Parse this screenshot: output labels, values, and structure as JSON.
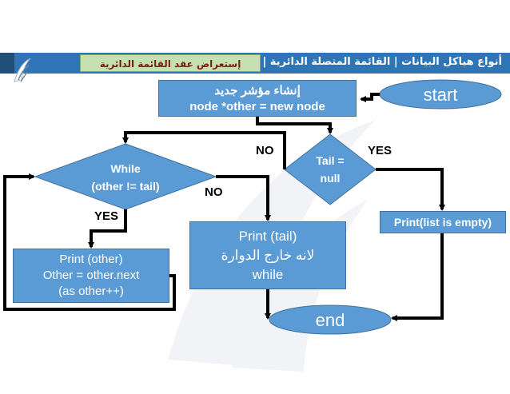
{
  "header": {
    "title": "أنواع هياكل البيانات | القائمة المتصلة الدائرية |",
    "subtitle": "إستعراض عقد القائمة الدائرية"
  },
  "nodes": {
    "start": "start",
    "create": {
      "line1": "إنشاء مؤشر جديد",
      "line2": "node *other = new node"
    },
    "tail_check": {
      "line1": "Tail =",
      "line2": "null"
    },
    "while_cond": {
      "line1": "While",
      "line2": "(other != tail)"
    },
    "print_other": {
      "line1": "Print (other)",
      "line2": "Other = other.next",
      "line3": "(as other++)"
    },
    "print_tail": {
      "line1": "Print (tail)",
      "line2": "لانه خارج الدوارة",
      "line3": "while"
    },
    "print_empty": "Print(list is empty)",
    "end": "end"
  },
  "labels": {
    "no_tail": "NO",
    "yes_tail": "YES",
    "no_while": "NO",
    "yes_while": "YES"
  },
  "colors": {
    "node_fill": "#5b9bd5",
    "node_border": "#41719c",
    "header_bar": "#2f74b5",
    "subtitle_fill": "#c5e0b3",
    "subtitle_text": "#7b1f0f"
  }
}
